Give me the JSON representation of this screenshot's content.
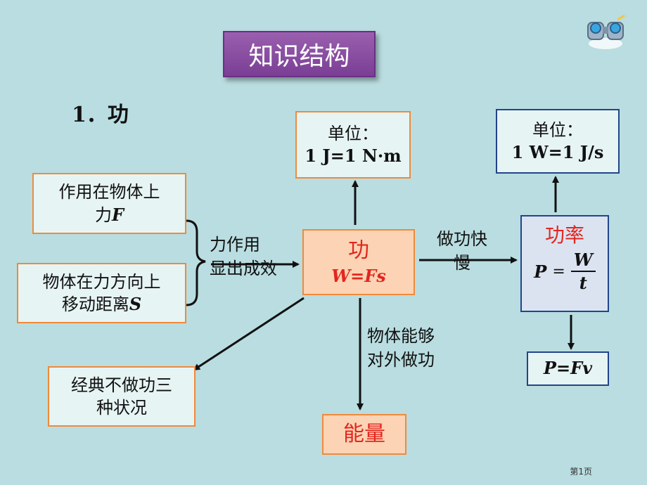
{
  "title": "知识结构",
  "section_heading": "1．功",
  "unit_work": {
    "label": "单位：",
    "value": "1 J=1 N·m"
  },
  "unit_power": {
    "label": "单位：",
    "value": "1 W=1 J/s"
  },
  "cond1": {
    "line1": "作用在物体上",
    "line2": "力",
    "var": "F"
  },
  "cond2": {
    "line1": "物体在力方向上",
    "line2": "移动距离",
    "var": "S"
  },
  "brace_label": {
    "line1": "力作用",
    "line2": "显出成效"
  },
  "work": {
    "name": "功",
    "formula": "W=Fs"
  },
  "speed_label": {
    "line1": "做功快",
    "line2": "慢"
  },
  "power": {
    "name": "功率",
    "lhs": "P",
    "eq": "=",
    "num": "W",
    "den": "t"
  },
  "power_formula2": "P=Fv",
  "ability_label": {
    "line1": "物体能够",
    "line2": "对外做功"
  },
  "energy": "能量",
  "no_work": {
    "line1": "经典不做功三",
    "line2": "种状况"
  },
  "page_number": "第1页",
  "colors": {
    "background": "#b9dde0",
    "box_fill": "#e6f4f3",
    "orange_border": "#f08a3a",
    "blue_border": "#22448a",
    "work_fill": "#fcd3b4",
    "power_fill": "#dbe3f1",
    "red_text": "#e2261f",
    "title_fill": "#8a4fa3"
  },
  "icons": [
    "binoculars-icon"
  ]
}
